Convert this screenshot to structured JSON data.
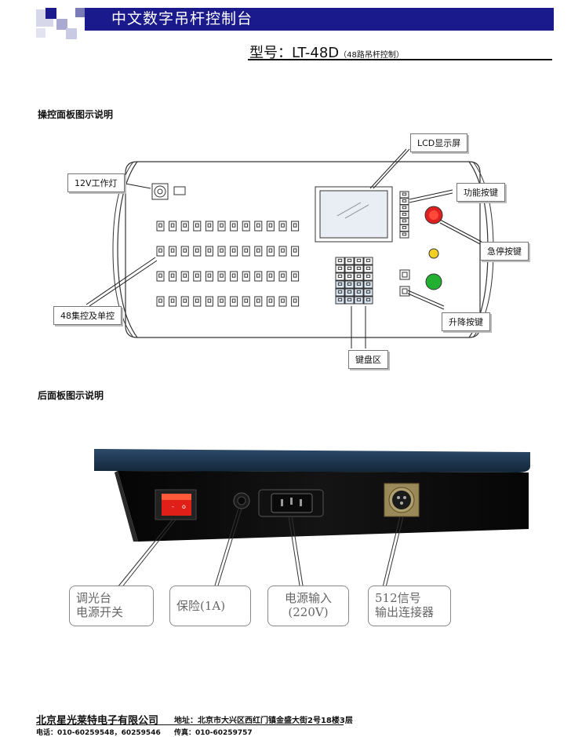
{
  "header": {
    "title": "中文数字吊杆控制台",
    "model_prefix": "型号：LT-48D",
    "model_note": "（48路吊杆控制）"
  },
  "sections": {
    "front_title": "操控面板图示说明",
    "rear_title": "后面板图示说明"
  },
  "front_callouts": {
    "lcd": "LCD显示屏",
    "lamp": "12V工作灯",
    "function_keys": "功能按键",
    "emergency": "急停按键",
    "group_single": "48集控及单控",
    "lift_keys": "升降按键",
    "keypad": "键盘区"
  },
  "rear_callouts": {
    "switch_l1": "调光台",
    "switch_l2": "电源开关",
    "fuse": "保险(1A)",
    "power_l1": "电源输入",
    "power_l2": "(220V)",
    "dmx_l1": "512信号",
    "dmx_l2": "输出连接器"
  },
  "footer": {
    "company": "北京星光莱特电子有限公司",
    "address": "地址：北京市大兴区西红门镇金盛大街2号18楼3层",
    "tel": "电话：010-60259548，60259546",
    "fax": "传真：010-60259757"
  },
  "colors": {
    "header_bar": "#1a1a8c",
    "emergency_button": "#e02020",
    "go_button": "#22b030",
    "indicator": "#f0d020",
    "rear_top": "#1e3550",
    "rear_body": "#0c0c0c",
    "rocker_switch": "#e02018"
  }
}
